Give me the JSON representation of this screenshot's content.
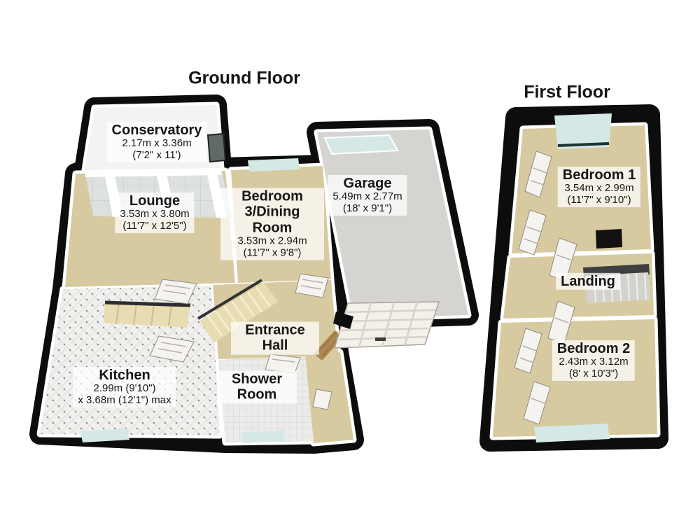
{
  "titles": {
    "ground": "Ground Floor",
    "first": "First Floor"
  },
  "rooms": {
    "conservatory": {
      "name": "Conservatory",
      "metric": "2.17m x 3.36m",
      "imperial": "(7'2\" x 11')"
    },
    "lounge": {
      "name": "Lounge",
      "metric": "3.53m x 3.80m",
      "imperial": "(11'7\" x 12'5\")"
    },
    "bedroom3": {
      "name": "Bedroom 3/Dining Room",
      "metric": "3.53m x 2.94m",
      "imperial": "(11'7\" x 9'8\")"
    },
    "garage": {
      "name": "Garage",
      "metric": "5.49m x 2.77m",
      "imperial": "(18' x 9'1\")"
    },
    "entrance_hall": {
      "name": "Entrance Hall"
    },
    "kitchen": {
      "name": "Kitchen",
      "metric": "2.99m (9'10\")",
      "imperial": "x 3.68m (12'1\") max"
    },
    "shower_room": {
      "name": "Shower Room"
    },
    "bedroom1": {
      "name": "Bedroom 1",
      "metric": "3.54m x 2.99m",
      "imperial": "(11'7\" x 9'10\")"
    },
    "landing": {
      "name": "Landing"
    },
    "bedroom2": {
      "name": "Bedroom 2",
      "metric": "2.43m x 3.12m",
      "imperial": "(8' x 10'3\")"
    }
  },
  "colors": {
    "wall": "#0d0d0d",
    "carpet": "#d7caa0",
    "concrete": "#d6d4d1",
    "glazing": "#d4e9e5",
    "stairs": "#e8dcb2",
    "wood_door": "#ad8751",
    "chimney": "#111111"
  }
}
